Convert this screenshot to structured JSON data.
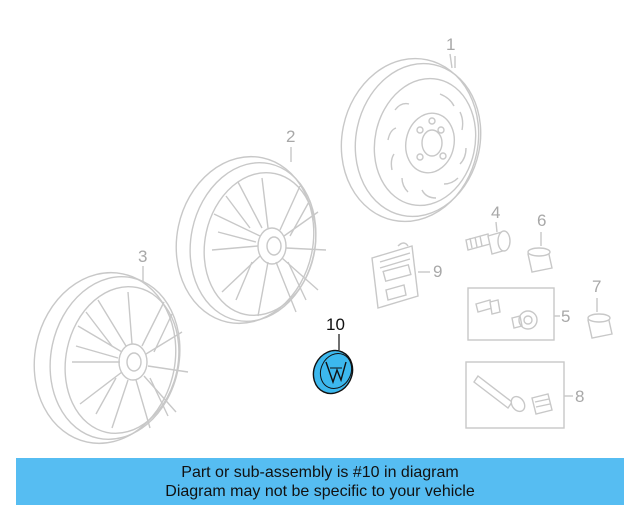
{
  "colors": {
    "highlight": "#3cb8ee",
    "banner": "#56bdf2",
    "linework": "#c8c8c8",
    "callout": "#a8a8a8"
  },
  "callouts": {
    "c1": "1",
    "c2": "2",
    "c3": "3",
    "c4": "4",
    "c5": "5",
    "c6": "6",
    "c7": "7",
    "c8": "8",
    "c9": "9",
    "c10": "10"
  },
  "banner": {
    "line1": "Part or sub-assembly is #10 in diagram",
    "line2": "Diagram may not be specific to your vehicle"
  }
}
